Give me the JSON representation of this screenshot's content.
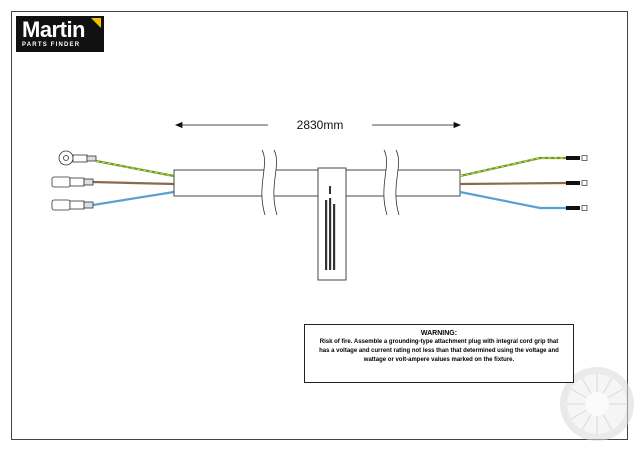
{
  "logo": {
    "brand": "Martin",
    "tagline": "PARTS FINDER",
    "flag_color": "#f3c300"
  },
  "drawing": {
    "dimension_text": "2830mm",
    "sleeve_label": "",
    "wire_colors": {
      "ground": "#6b9a2a",
      "ground_stripe": "#e8e04a",
      "live": "#8b6a4a",
      "neutral": "#5aa0d0"
    }
  },
  "warning": {
    "title": "WARNING:",
    "body": "Risk of fire. Assemble a grounding-type attachment plug with integral cord grip that has a voltage and current rating not less than that determined using the voltage and wattage or volt-ampere values marked on the fixture."
  }
}
